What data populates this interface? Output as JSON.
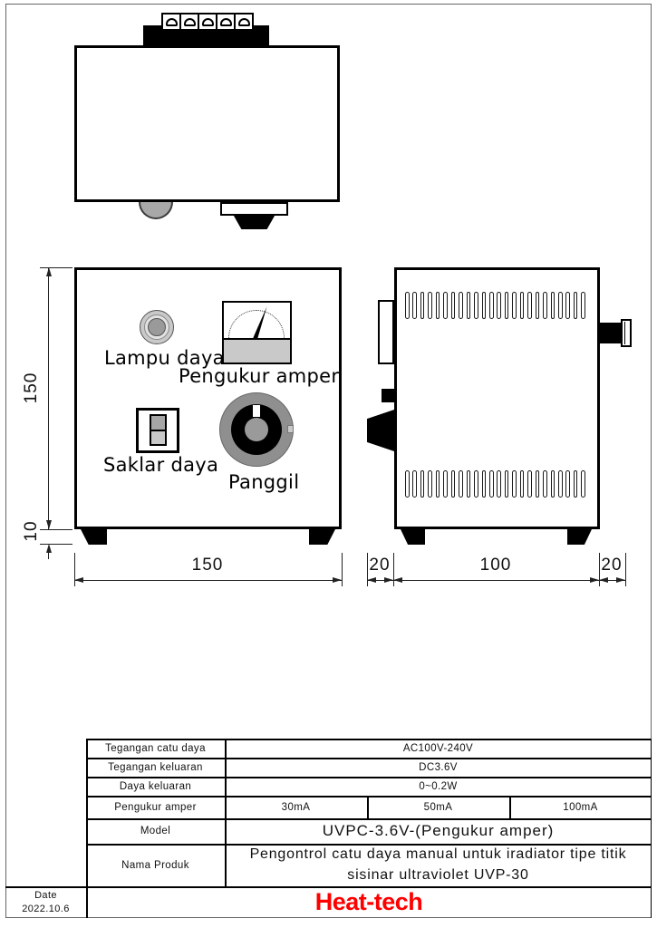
{
  "front_view": {
    "labels": {
      "power_lamp": "Lampu daya",
      "ammeter": "Pengukur amper",
      "power_switch": "Saklar daya",
      "dial": "Panggil"
    }
  },
  "dimensions": {
    "height": "150",
    "foot_height": "10",
    "width": "150",
    "knob_depth": "20",
    "body_depth": "100",
    "terminal_depth": "20"
  },
  "spec_table": {
    "rows": [
      {
        "label": "Tegangan catu daya",
        "value": "AC100V-240V"
      },
      {
        "label": "Tegangan keluaran",
        "value": "DC3.6V"
      },
      {
        "label": "Daya keluaran",
        "value": "0~0.2W"
      },
      {
        "label": "Pengukur amper",
        "values": [
          "30mA",
          "50mA",
          "100mA"
        ]
      },
      {
        "label": "Model",
        "value": "UVPC-3.6V-(Pengukur amper)"
      },
      {
        "label": "Nama Produk",
        "value_line1": "Pengontrol catu daya manual untuk iradiator tipe titik",
        "value_line2": "sisinar ultraviolet UVP-30"
      }
    ]
  },
  "footer": {
    "date_label": "Date",
    "date_value": "2022.10.6",
    "brand": "Heat-tech",
    "brand_color": "#ff0000"
  },
  "colors": {
    "panel_gray": "#c9c9c9",
    "dial_gray": "#8f8f8f"
  }
}
